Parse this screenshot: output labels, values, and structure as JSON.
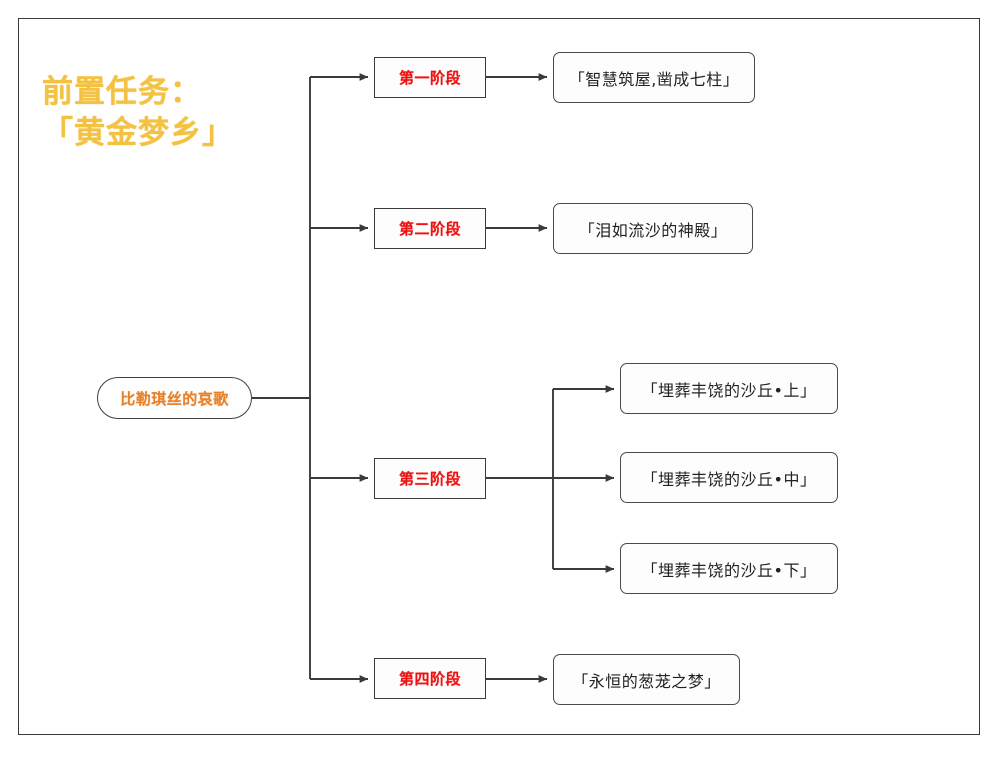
{
  "diagram": {
    "title": "前置任务：\n「黄金梦乡」",
    "title_color": "#f3c242",
    "root": {
      "label": "比勒琪丝的哀歌",
      "color": "#e8802a"
    },
    "stage_color": "#ee1111",
    "quest_color": "#222222",
    "line_color": "#3a3a3a",
    "frame_color": "#3a3a3a",
    "stages": [
      {
        "label": "第一阶段",
        "quests": [
          {
            "label": "「智慧筑屋,凿成七柱」"
          }
        ]
      },
      {
        "label": "第二阶段",
        "quests": [
          {
            "label": "「泪如流沙的神殿」"
          }
        ]
      },
      {
        "label": "第三阶段",
        "quests": [
          {
            "label": "「埋葬丰饶的沙丘•上」"
          },
          {
            "label": "「埋葬丰饶的沙丘•中」"
          },
          {
            "label": "「埋葬丰饶的沙丘•下」"
          }
        ]
      },
      {
        "label": "第四阶段",
        "quests": [
          {
            "label": "「永恒的葱茏之梦」"
          }
        ]
      }
    ]
  }
}
